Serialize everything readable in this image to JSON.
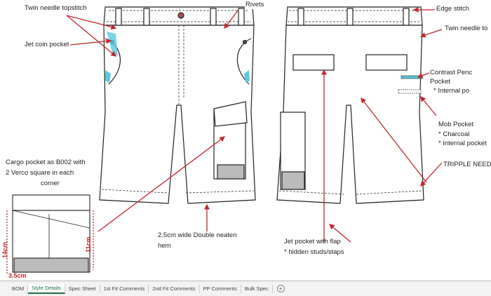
{
  "annotations": {
    "twin_needle_topstitch": "Twin needle topstitch",
    "rivets": "Rivets",
    "jet_coin_pocket": "Jet coin pocket",
    "edge_stitch": "Edge stitch",
    "twin_needle_back": "Twin needle to",
    "contrast_pencil_1": "Contrast Penc",
    "contrast_pencil_2": "Pocket",
    "contrast_pencil_3": "* Internal po",
    "mob_pocket_1": "Mob Pocket",
    "mob_pocket_2": "* Charcoal",
    "mob_pocket_3": "* Internal pocket",
    "tripple_needle": "TRIPPLE NEEDL",
    "cargo_1": "Cargo pocket as B002 with",
    "cargo_2": "2 Verco square in each",
    "cargo_3": "corner",
    "hem_1": "2.5cm wide Double neaten",
    "hem_2": "hem",
    "jet_flap_1": "Jet pocket with flap",
    "jet_flap_2": "* hidden studs/staps"
  },
  "measurements": {
    "height": "14cm",
    "flap": "11cm",
    "width": "3.5cm"
  },
  "tabs": [
    {
      "label": "BOM"
    },
    {
      "label": "Style Details",
      "active": true
    },
    {
      "label": "Spec Sheet"
    },
    {
      "label": "1st Fit Comments"
    },
    {
      "label": "2nd Fit Comments"
    },
    {
      "label": "PP Comments"
    },
    {
      "label": "Bulk Spec"
    }
  ],
  "colors": {
    "arrow": "#c0282e",
    "contrast": "#5bc8e0",
    "charcoal": "#999999",
    "active_tab": "#1e7145"
  }
}
